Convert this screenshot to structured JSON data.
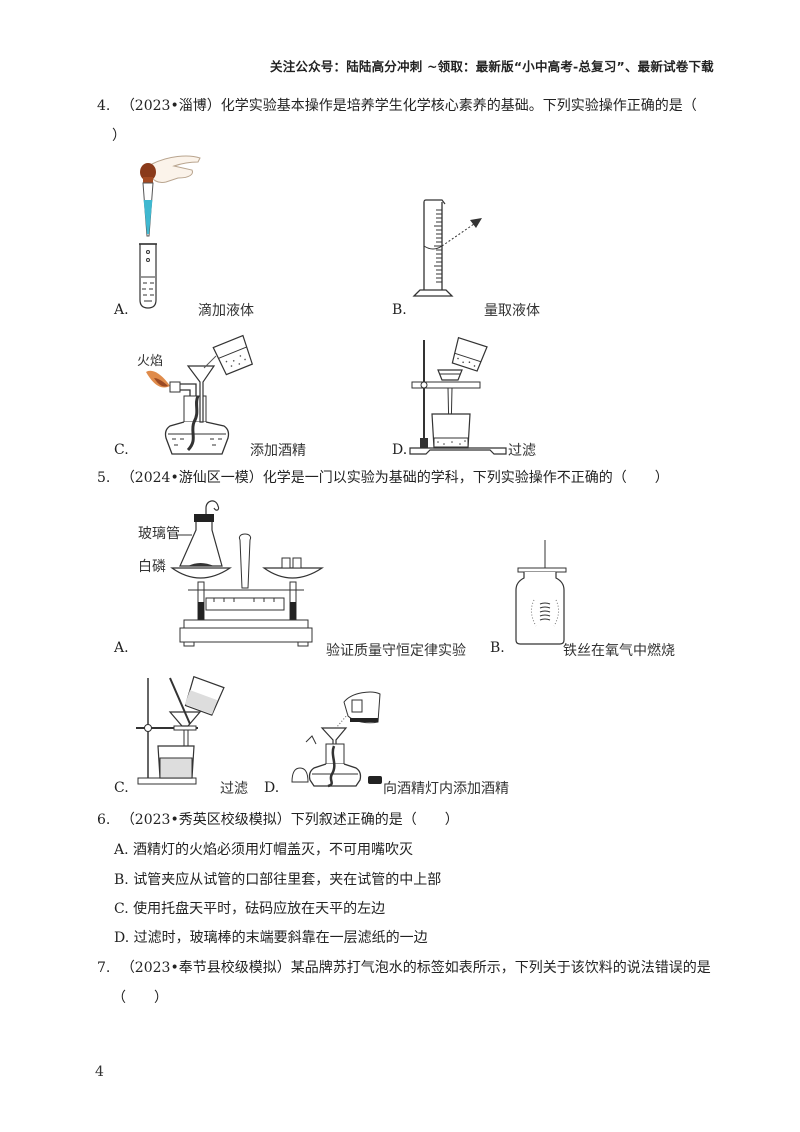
{
  "header": {
    "text": "关注公众号：陆陆高分冲刺 ~领取：最新版“小中高考-总复习”、最新试卷下载"
  },
  "questions": [
    {
      "number": "4.",
      "source": "（2023•淄博）",
      "stem": "化学实验基本操作是培养学生化学核心素养的基础。下列实验操作正确的是（",
      "stem_cont": "）",
      "options": [
        {
          "letter": "A.",
          "caption": "滴加液体",
          "figure": "dropper-adding-liquid"
        },
        {
          "letter": "B.",
          "caption": "量取液体",
          "figure": "graduated-cylinder-reading"
        },
        {
          "letter": "C.",
          "caption": "添加酒精",
          "figure": "lit-alcohol-lamp-refill",
          "label": "火焰"
        },
        {
          "letter": "D.",
          "caption": "过滤",
          "figure": "filtration-without-rod"
        }
      ]
    },
    {
      "number": "5.",
      "source": "（2024•游仙区一模）",
      "stem": "化学是一门以实验为基础的学科，下列实验操作不正确的（　　）",
      "options": [
        {
          "letter": "A.",
          "caption": "验证质量守恒定律实验",
          "figure": "balance-mass-conservation",
          "labels": [
            "玻璃管",
            "白磷"
          ]
        },
        {
          "letter": "B.",
          "caption": "铁丝在氧气中燃烧",
          "figure": "iron-wire-combustion"
        },
        {
          "letter": "C.",
          "caption": "过滤",
          "figure": "filtration-with-rod"
        },
        {
          "letter": "D.",
          "caption": "向酒精灯内添加酒精",
          "figure": "unlit-alcohol-lamp-refill"
        }
      ]
    },
    {
      "number": "6.",
      "source": "（2023•秀英区校级模拟）",
      "stem": "下列叙述正确的是（　　）",
      "options": [
        {
          "letter": "A.",
          "text": "酒精灯的火焰必须用灯帽盖灭，不可用嘴吹灭"
        },
        {
          "letter": "B.",
          "text": "试管夹应从试管的口部往里套，夹在试管的中上部"
        },
        {
          "letter": "C.",
          "text": "使用托盘天平时，砝码应放在天平的左边"
        },
        {
          "letter": "D.",
          "text": "过滤时，玻璃棒的末端要斜靠在一层滤纸的一边"
        }
      ]
    },
    {
      "number": "7.",
      "source": "（2023•奉节县校级模拟）",
      "stem": "某品牌苏打气泡水的标签如表所示，下列关于该饮料的说法错误的是",
      "stem_cont": "（　　）"
    }
  ],
  "footer": {
    "page_number": "4"
  },
  "colors": {
    "text": "#222222",
    "liquid_blue": "#3fb8d0",
    "bulb_brown": "#8a3a1a",
    "flame_orange": "#d9772b"
  }
}
